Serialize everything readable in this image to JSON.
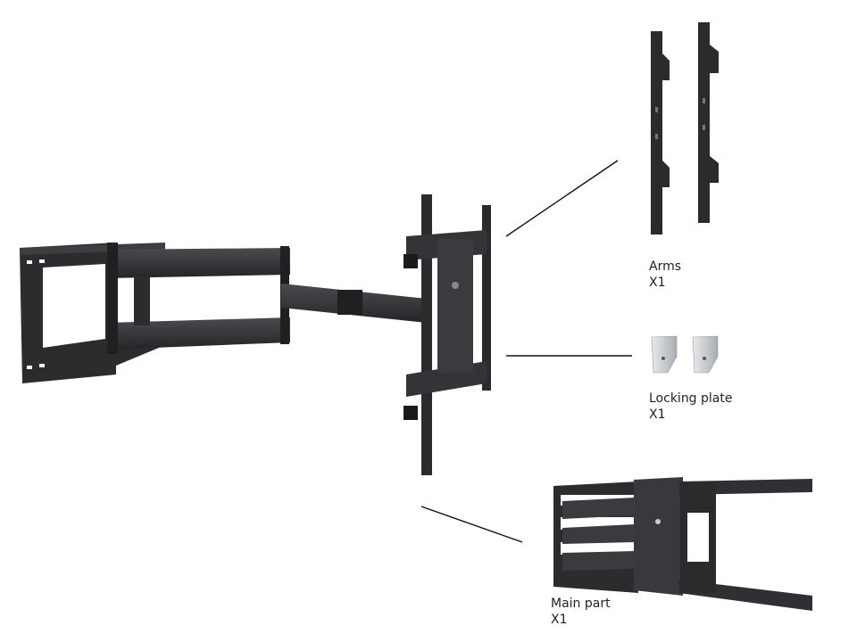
{
  "parts": [
    {
      "name": "Arms",
      "qty": "X1"
    },
    {
      "name": "Locking plate",
      "qty": "X1"
    },
    {
      "name": "Main part",
      "qty": "X1"
    }
  ],
  "colors": {
    "metal": "#2e2f31",
    "metal_dark": "#1c1d1f",
    "metal_light": "#4a4b4e",
    "plate": "#c9ccd0",
    "leader": "#111111"
  }
}
